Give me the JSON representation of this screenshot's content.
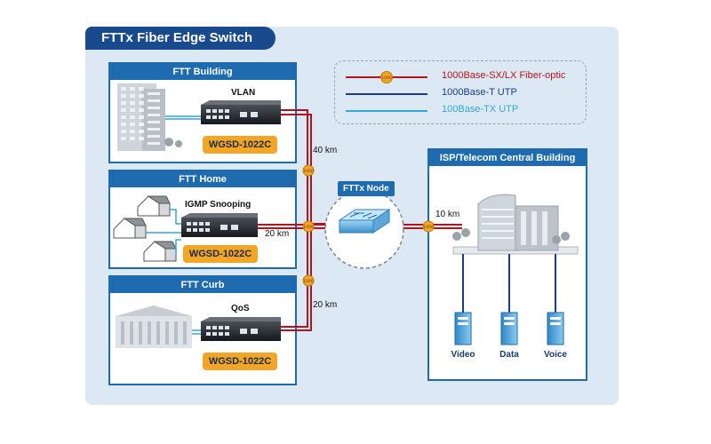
{
  "title": "FTTx Fiber Edge Switch",
  "legend": [
    {
      "label": "1000Base-SX/LX Fiber-optic",
      "color": "#b5121b"
    },
    {
      "label": "1000Base-T UTP",
      "color": "#1a3a8e"
    },
    {
      "label": "100Base-TX UTP",
      "color": "#35a7d6"
    }
  ],
  "panels": {
    "building": {
      "title": "FTT Building",
      "feature": "VLAN",
      "model": "WGSD-1022C"
    },
    "home": {
      "title": "FTT Home",
      "feature": "IGMP Snooping",
      "model": "WGSD-1022C"
    },
    "curb": {
      "title": "FTT Curb",
      "feature": "QoS",
      "model": "WGSD-1022C"
    },
    "isp": {
      "title": "ISP/Telecom Central Building"
    }
  },
  "node": {
    "label": "FTTx Node"
  },
  "distances": {
    "building": "40 km",
    "home": "20 km",
    "curb": "20 km",
    "isp": "10 km"
  },
  "servers": [
    "Video",
    "Data",
    "Voice"
  ],
  "fiber_connector_text": "1000",
  "colors": {
    "fiber": "#b5121b",
    "utp_1000": "#1a3a8e",
    "utp_100": "#35a7d6",
    "panel_blue": "#1e6bb0",
    "badge": "#f3a625"
  }
}
